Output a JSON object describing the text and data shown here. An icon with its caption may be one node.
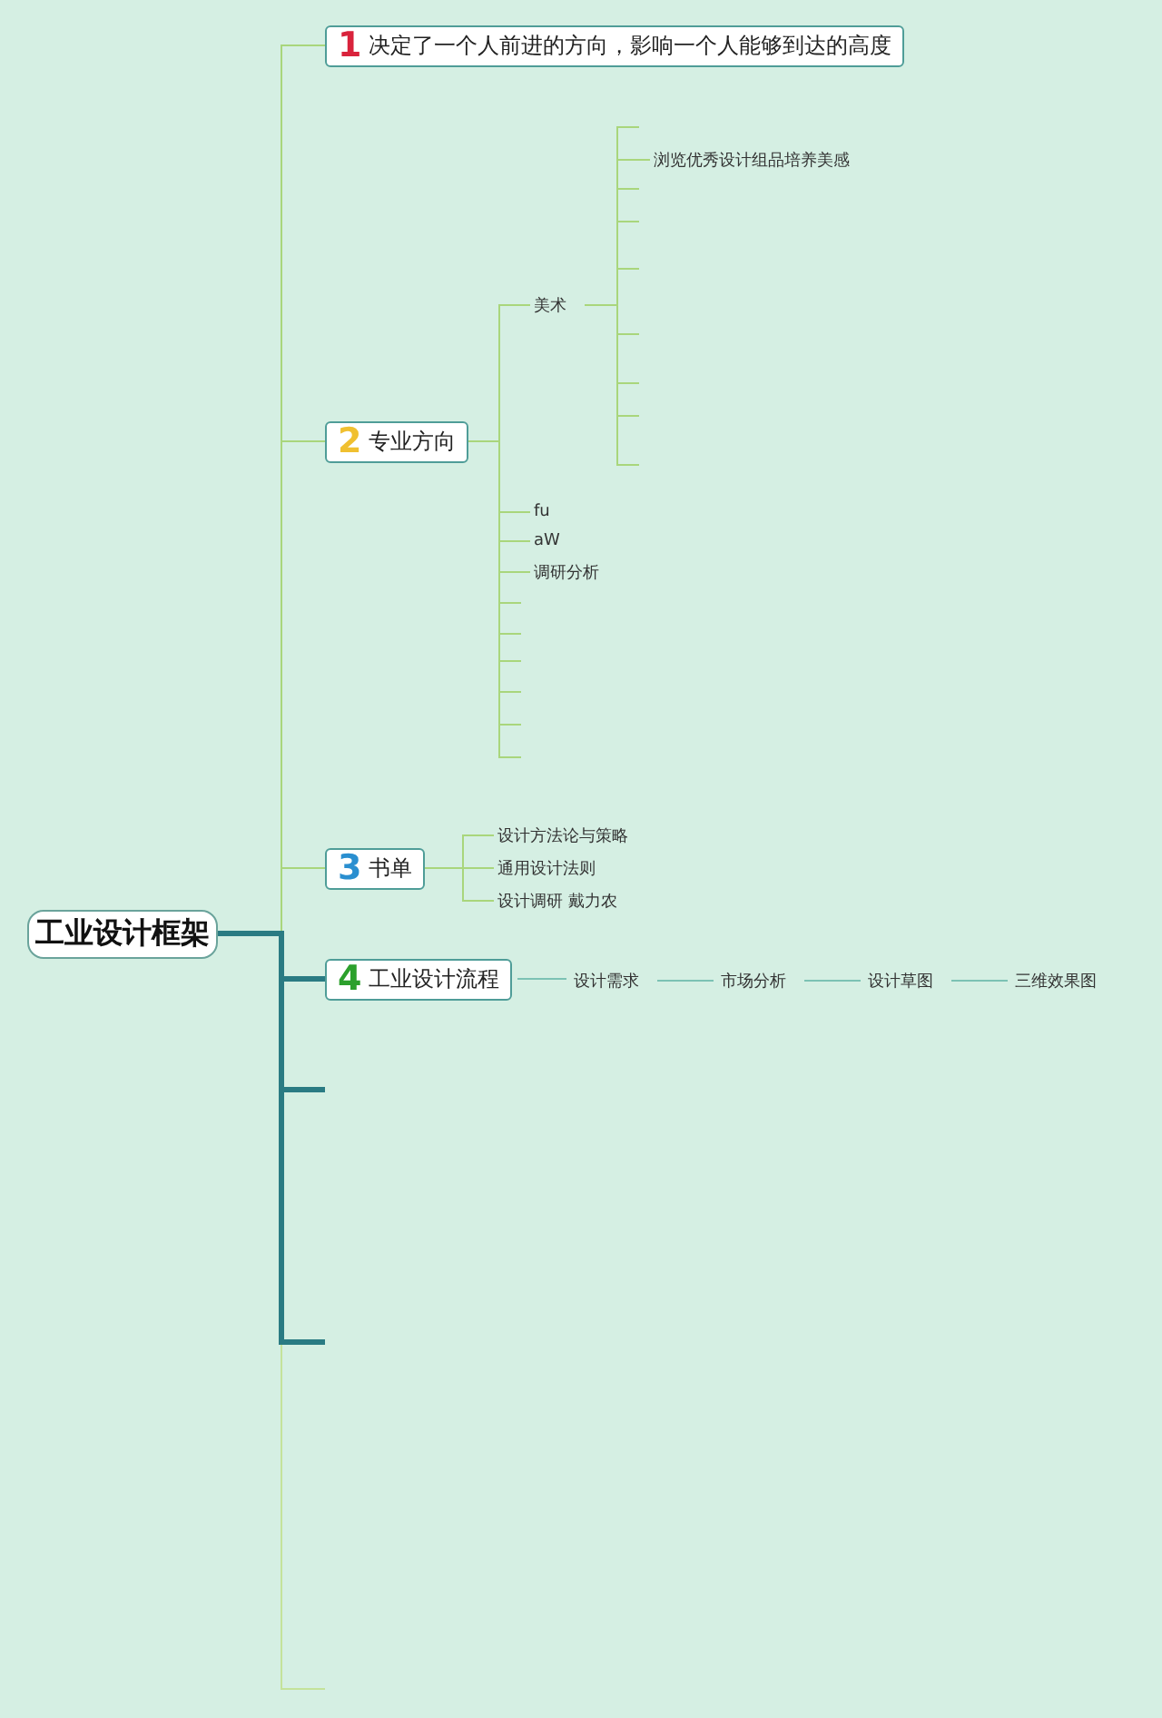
{
  "diagram": {
    "nodes": [
      {
        "text": [
          "工业设计框架"
        ]
      },
      {
        "text": [
          "1",
          "决定了一个人前进的方向，影响一个人能够到达的高度"
        ]
      },
      {
        "text": [
          "2",
          "专业方向"
        ]
      },
      {
        "text": [
          "美术"
        ]
      },
      {
        "text": [
          "浏览优秀设计组品培养美感"
        ]
      },
      {
        "text": [
          "fu"
        ]
      },
      {
        "text": [
          "aW"
        ]
      },
      {
        "text": [
          "调研分析"
        ]
      },
      {
        "text": [
          "3",
          "书单"
        ]
      },
      {
        "text": [
          "设计方法论与策略"
        ]
      },
      {
        "text": [
          "通用设计法则"
        ]
      },
      {
        "text": [
          "设计调研 戴力农"
        ]
      },
      {
        "text": [
          "4",
          "工业设计流程"
        ]
      },
      {
        "text": [
          "设计需求"
        ]
      },
      {
        "text": [
          "市场分析"
        ]
      },
      {
        "text": [
          "设计草图"
        ]
      },
      {
        "text": [
          "三维效果图"
        ]
      }
    ],
    "edges": [
      {
        "from": 0,
        "to": 1,
        "arrow": "none"
      },
      {
        "from": 0,
        "to": 2,
        "arrow": "none"
      },
      {
        "from": 0,
        "to": 8,
        "arrow": "none"
      },
      {
        "from": 0,
        "to": 12,
        "arrow": "none",
        "style": "thick",
        "color": "#2a7b83"
      },
      {
        "from": 2,
        "to": 3,
        "arrow": "none"
      },
      {
        "from": 3,
        "to": 4,
        "arrow": "none"
      },
      {
        "from": 2,
        "to": 5,
        "arrow": "none"
      },
      {
        "from": 2,
        "to": 6,
        "arrow": "none"
      },
      {
        "from": 2,
        "to": 7,
        "arrow": "none"
      },
      {
        "from": 8,
        "to": 9,
        "arrow": "none"
      },
      {
        "from": 8,
        "to": 10,
        "arrow": "none"
      },
      {
        "from": 8,
        "to": 11,
        "arrow": "none"
      },
      {
        "from": 12,
        "to": 13,
        "arrow": "none",
        "color": "#7cc2b4"
      },
      {
        "from": 13,
        "to": 14,
        "arrow": "none",
        "color": "#7cc2b4"
      },
      {
        "from": 14,
        "to": 15,
        "arrow": "none",
        "color": "#7cc2b4"
      },
      {
        "from": 15,
        "to": 16,
        "arrow": "none",
        "color": "#7cc2b4"
      }
    ]
  }
}
